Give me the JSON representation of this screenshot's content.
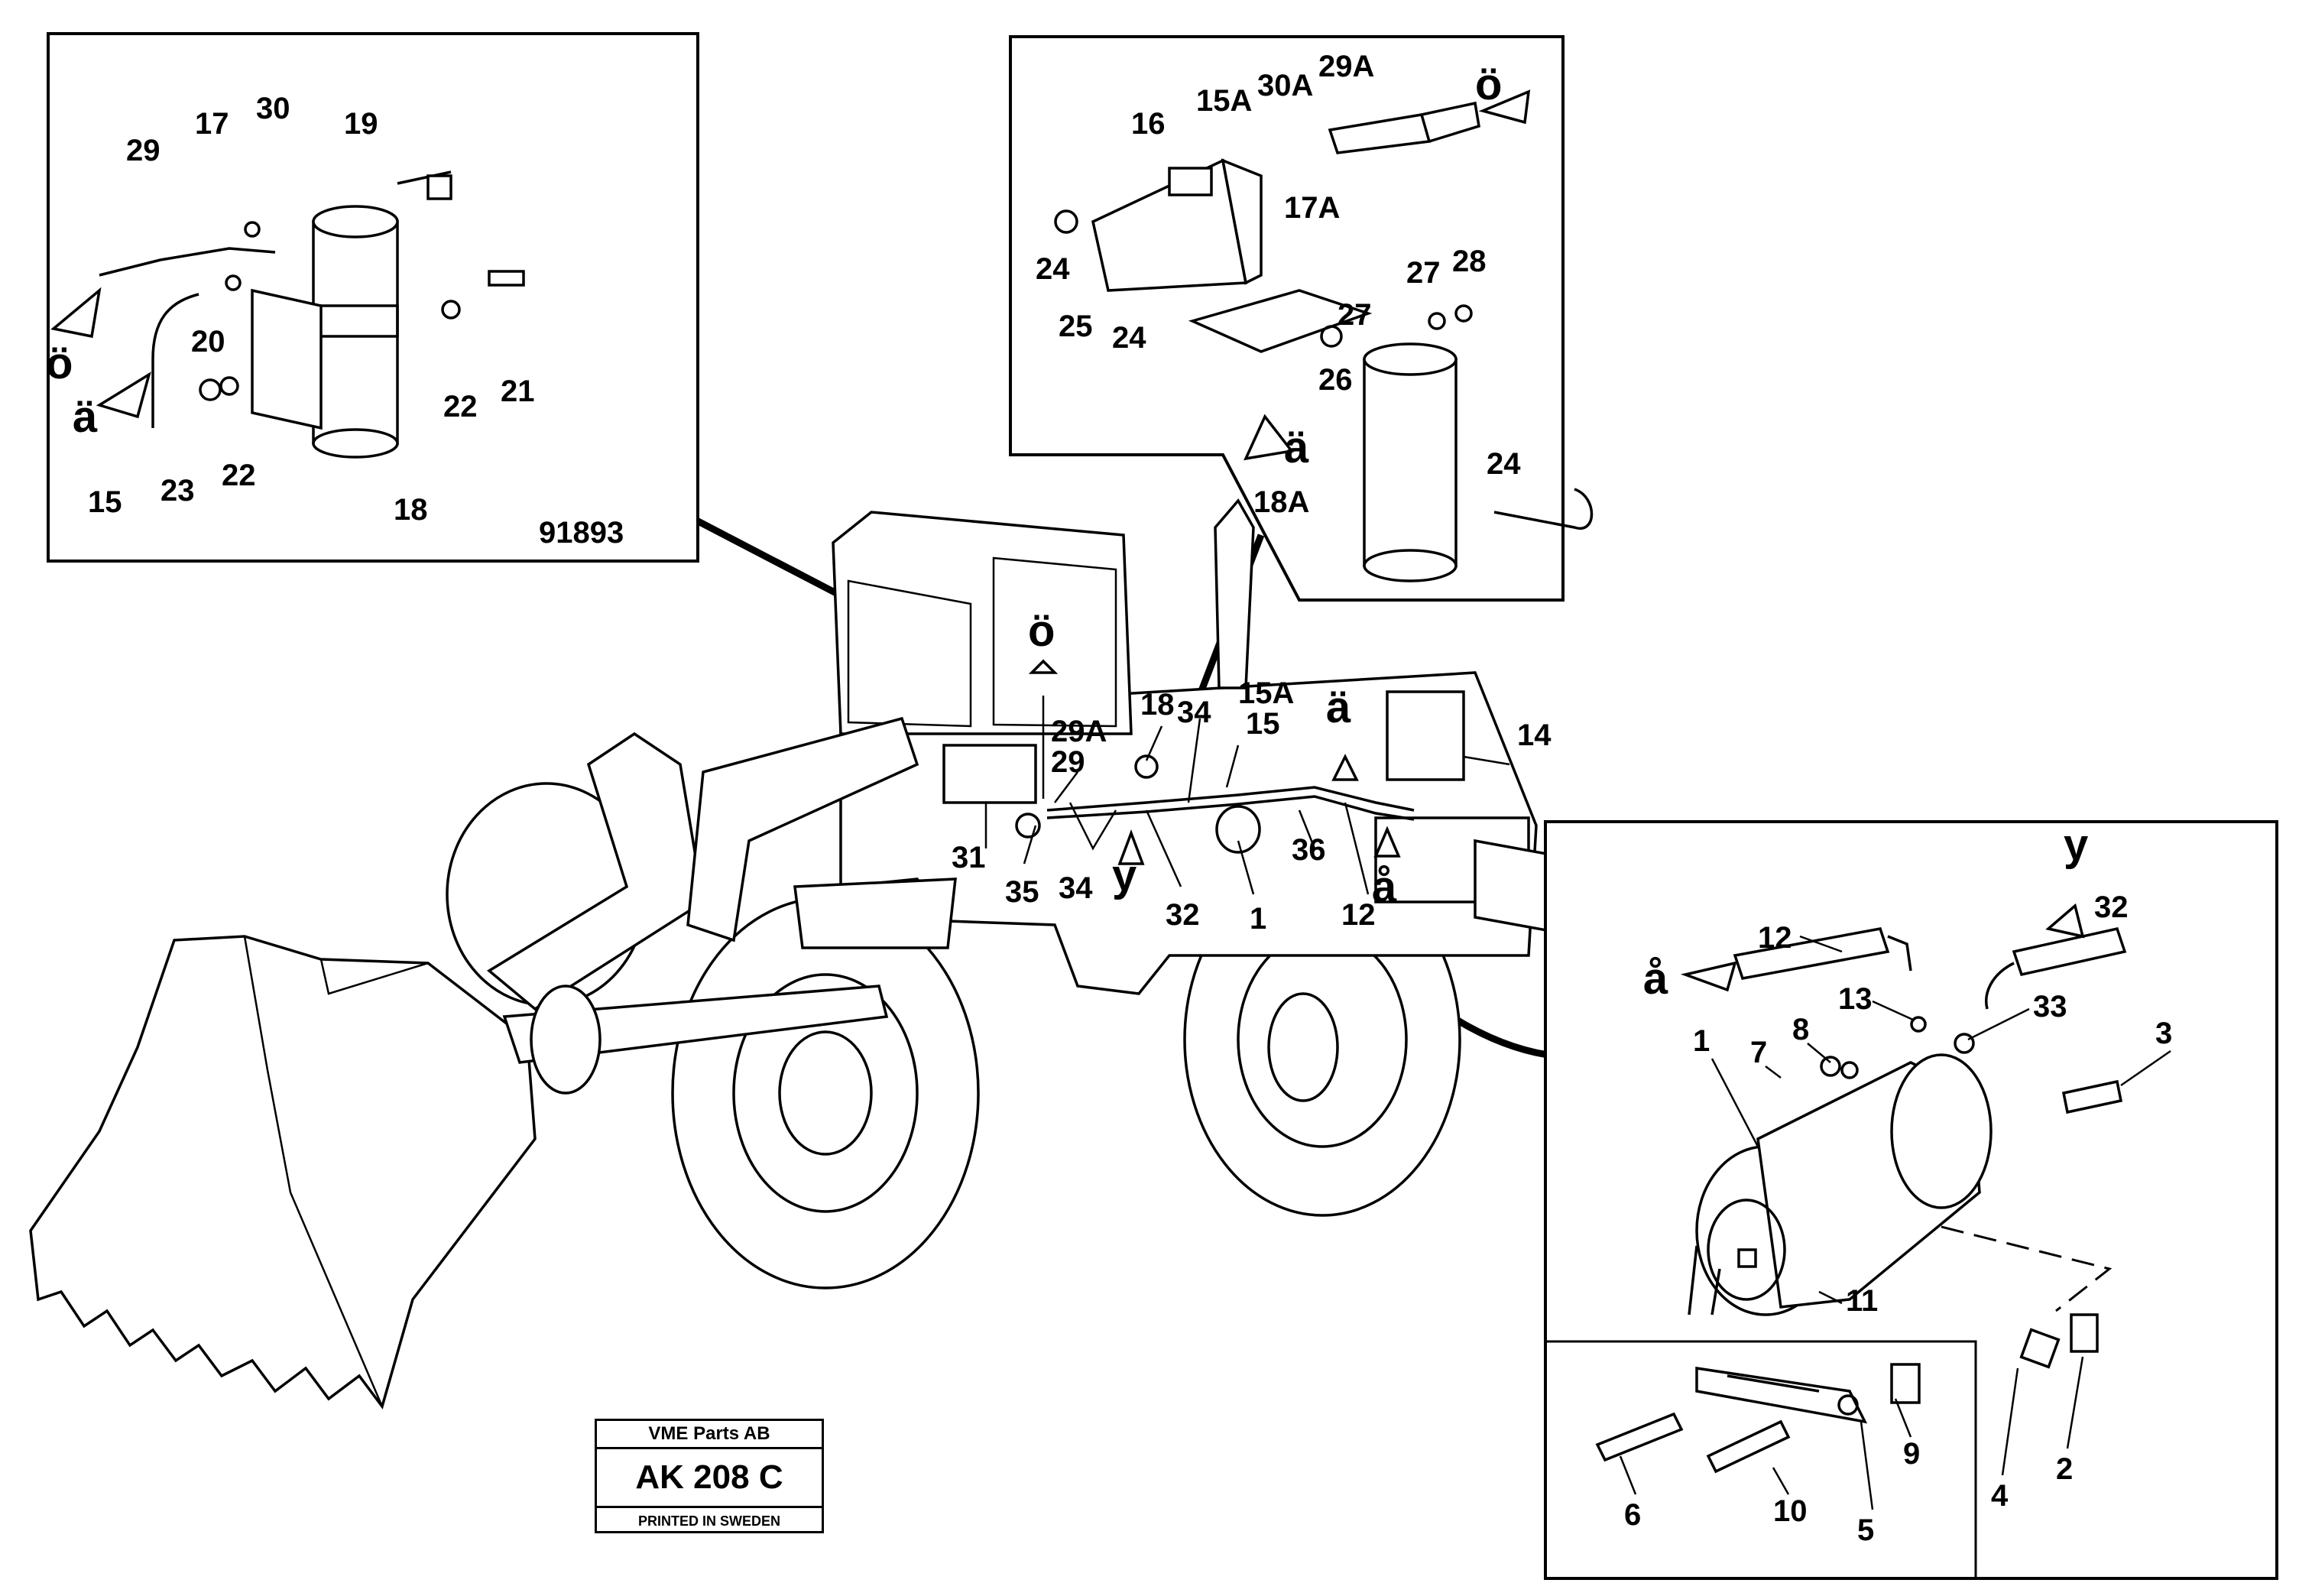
{
  "diagram_ref": "91893",
  "stamp": {
    "company": "VME Parts AB",
    "code": "AK 208 C",
    "printed": "PRINTED IN SWEDEN"
  },
  "arrows": {
    "o_umlaut": "ö",
    "a_umlaut": "ä",
    "a_ring": "å",
    "y": "y"
  },
  "labels": {
    "n1": "1",
    "n2": "2",
    "n3": "3",
    "n4": "4",
    "n5": "5",
    "n6": "6",
    "n7": "7",
    "n8": "8",
    "n9": "9",
    "n10": "10",
    "n11": "11",
    "n12": "12",
    "n13": "13",
    "n14": "14",
    "n15": "15",
    "n15a": "15A",
    "n16": "16",
    "n17": "17",
    "n17a": "17A",
    "n18": "18",
    "n18a": "18A",
    "n19": "19",
    "n20": "20",
    "n21": "21",
    "n22": "22",
    "n23": "23",
    "n24": "24",
    "n25": "25",
    "n26": "26",
    "n27": "27",
    "n28": "28",
    "n29": "29",
    "n29a": "29A",
    "n30": "30",
    "n30a": "30A",
    "n31": "31",
    "n32": "32",
    "n33": "33",
    "n34": "34",
    "n35": "35",
    "n36": "36"
  }
}
